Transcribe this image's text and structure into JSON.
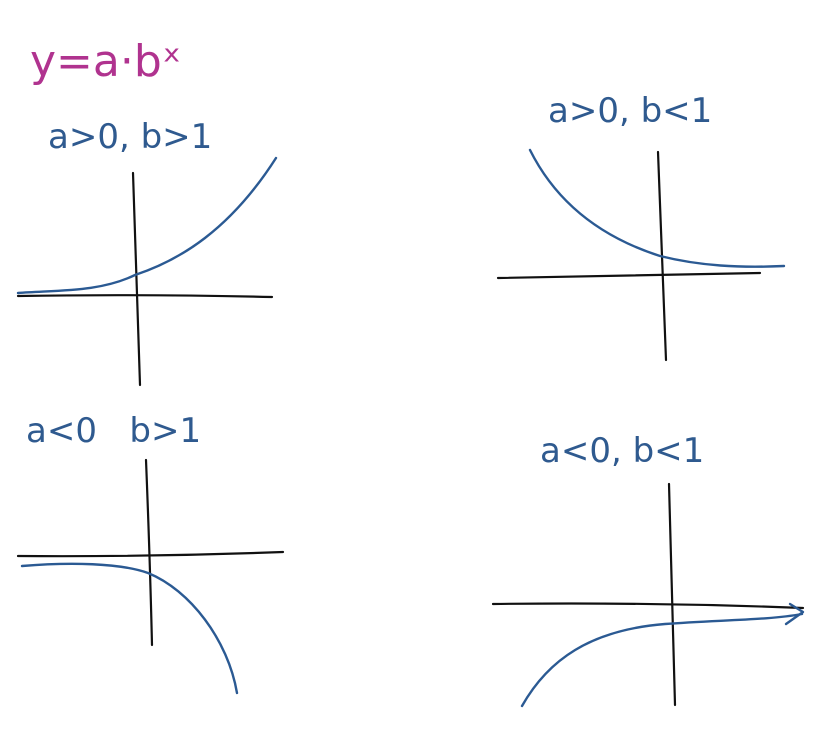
{
  "formula": "y=a·bˣ",
  "colors": {
    "formula_ink": "#b0338f",
    "label_ink": "#2f5a8f",
    "curve_ink": "#2b5a93",
    "axis_ink": "#111111"
  },
  "panels": [
    {
      "id": "top-left",
      "label": "a>0, b>1",
      "curve": "increasing"
    },
    {
      "id": "top-right",
      "label": "a>0, b<1",
      "curve": "decreasing"
    },
    {
      "id": "bottom-left",
      "label": "a<0   b>1",
      "curve": "decreasing-below"
    },
    {
      "id": "bottom-right",
      "label": "a<0, b<1",
      "curve": "increasing-below"
    }
  ]
}
